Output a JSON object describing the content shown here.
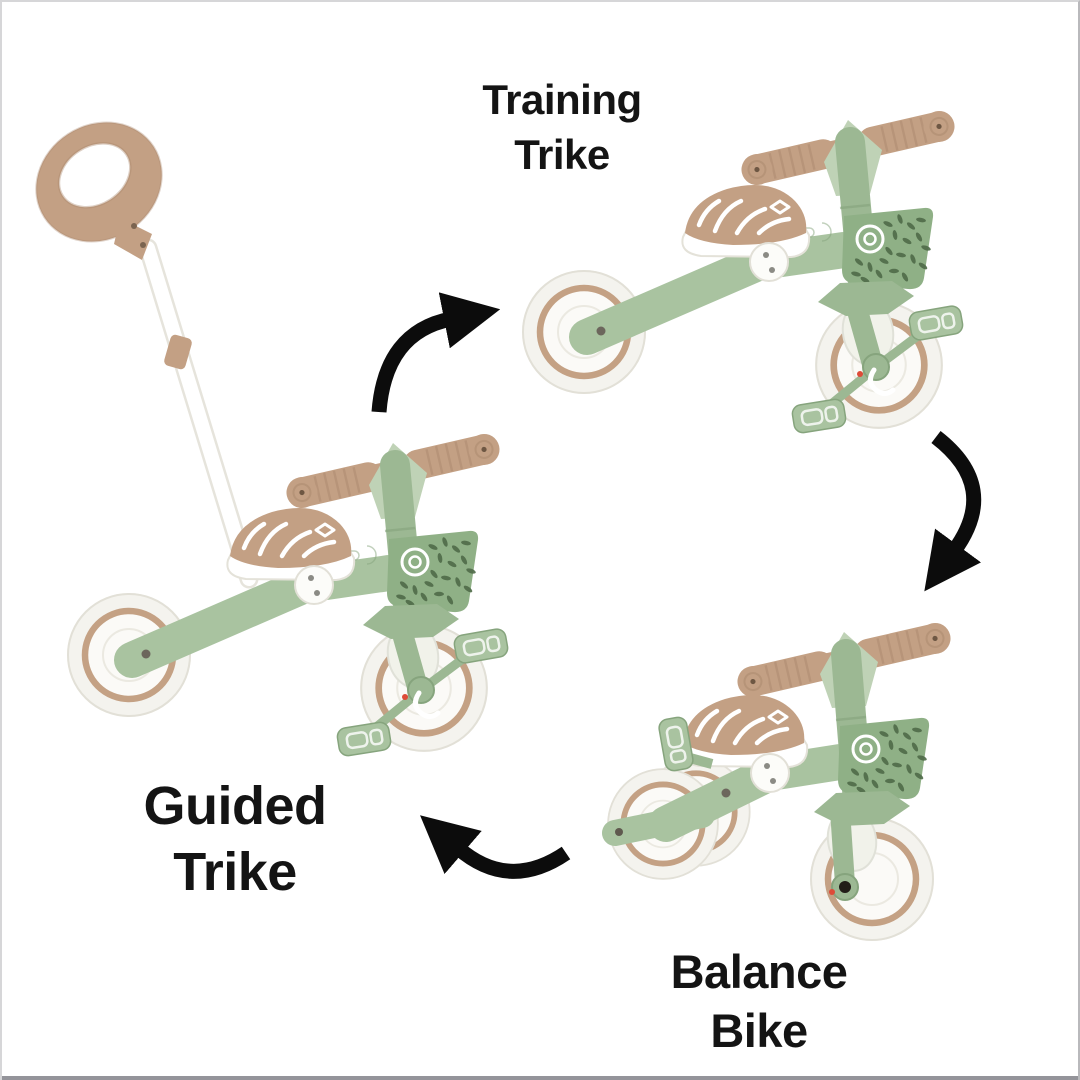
{
  "labels": {
    "training": {
      "line1": "Training",
      "line2": "Trike"
    },
    "guided": {
      "line1": "Guided",
      "line2": "Trike"
    },
    "balance": {
      "line1": "Balance",
      "line2": "Bike"
    }
  },
  "icons": {
    "arrow_guided_to_training": "curved-arrow-clockwise",
    "arrow_training_to_balance": "curved-arrow-clockwise",
    "arrow_balance_to_guided": "curved-arrow-clockwise"
  },
  "colors": {
    "black": "#0c0c0c",
    "green": "#a9c3a0",
    "green2": "#9cb893",
    "green_light": "#bfd2b6",
    "green_edge": "#86a47d",
    "basket": "#8fb086",
    "basket_hole": "#4f6b49",
    "tan": "#c3a084",
    "tan_dark": "#a9876c",
    "wheel": "#f4f3ee",
    "wheel_edge": "#e2e0d7",
    "hub": "#fbfaf7",
    "ring": "#c4a184",
    "pole_edge": "#e6e4dc",
    "accent_red": "#de4b38",
    "text": "#141414"
  }
}
